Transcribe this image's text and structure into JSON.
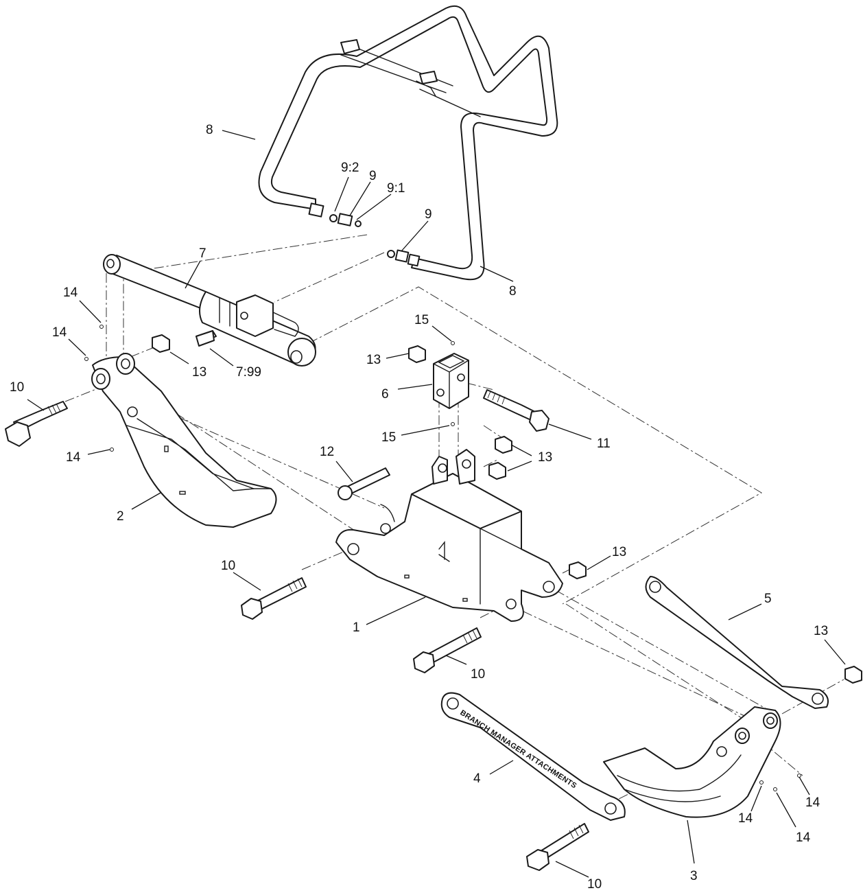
{
  "brand_text": "BRANCH MANAGER ATTACHMENTS",
  "callouts": [
    {
      "text": "8"
    },
    {
      "text": "9:2"
    },
    {
      "text": "9"
    },
    {
      "text": "9:1"
    },
    {
      "text": "9"
    },
    {
      "text": "8"
    },
    {
      "text": "7"
    },
    {
      "text": "14"
    },
    {
      "text": "14"
    },
    {
      "text": "13"
    },
    {
      "text": "7:99"
    },
    {
      "text": "15"
    },
    {
      "text": "13"
    },
    {
      "text": "6"
    },
    {
      "text": "10"
    },
    {
      "text": "11"
    },
    {
      "text": "15"
    },
    {
      "text": "14"
    },
    {
      "text": "12"
    },
    {
      "text": "13"
    },
    {
      "text": "13"
    },
    {
      "text": "2"
    },
    {
      "text": "13"
    },
    {
      "text": "10"
    },
    {
      "text": "5"
    },
    {
      "text": "1"
    },
    {
      "text": "13"
    },
    {
      "text": "10"
    },
    {
      "text": "4"
    },
    {
      "text": "14"
    },
    {
      "text": "14"
    },
    {
      "text": "14"
    },
    {
      "text": "3"
    },
    {
      "text": "10"
    }
  ]
}
